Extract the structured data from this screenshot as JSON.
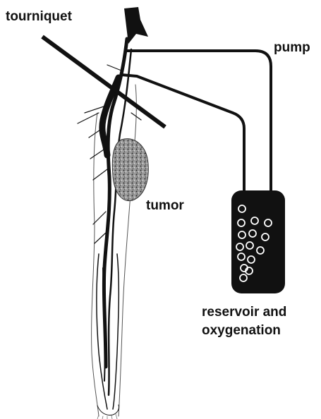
{
  "labels": {
    "tourniquet": "tourniquet",
    "pump": "pump",
    "tumor": "tumor",
    "reservoir_line1": "reservoir and",
    "reservoir_line2": "oxygenation"
  },
  "colors": {
    "ink": "#111111",
    "background": "#ffffff",
    "tumor_fill": "#8a8a8a",
    "bubble": "#ffffff"
  },
  "icons": {
    "reservoir": "reservoir-canister-icon",
    "bubbles": "oxygen-bubble-icon"
  }
}
